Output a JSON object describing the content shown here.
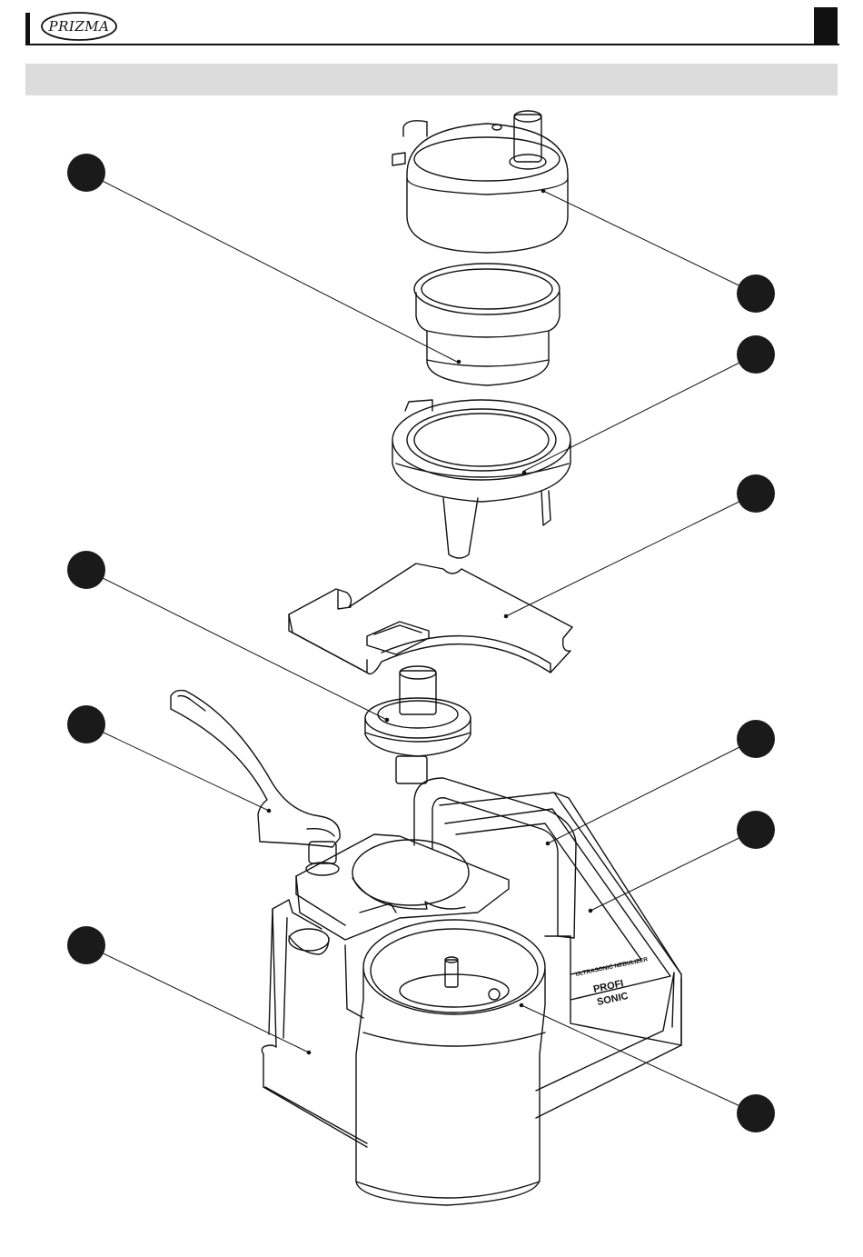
{
  "header": {
    "logo_text": "PRIZMA"
  },
  "colors": {
    "ink": "#111111",
    "band": "#dcdcdc",
    "callout_fill": "#1a1a1a"
  },
  "product_label": {
    "line1": "ULTRASONIC NEBULIZER",
    "brand_top": "PROFI",
    "brand_bottom": "SONIC"
  },
  "icons": [
    "logo",
    "callout-marker"
  ]
}
